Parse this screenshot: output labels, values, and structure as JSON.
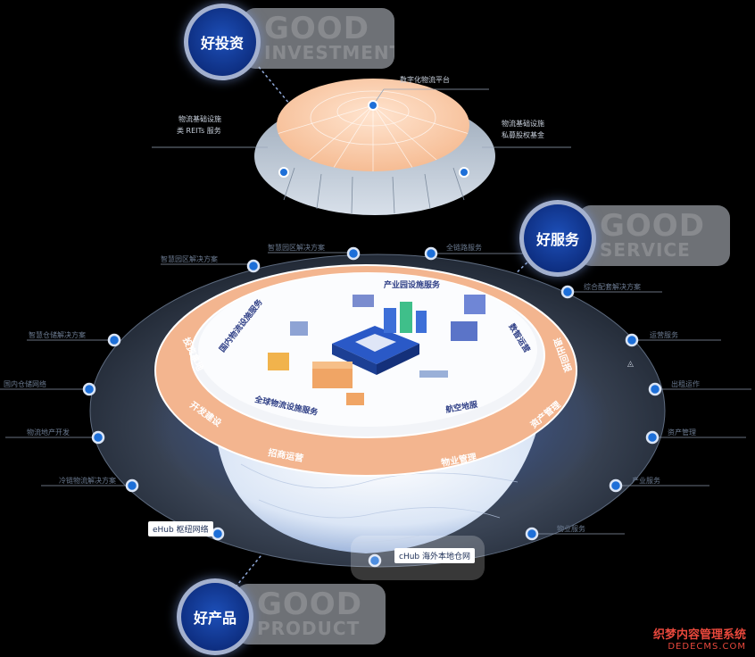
{
  "badges": {
    "investment": {
      "label": "好投资",
      "ghost1": "GOOD",
      "ghost2": "INVESTMENT"
    },
    "service": {
      "label": "好服务",
      "ghost1": "GOOD",
      "ghost2": "SERVICE"
    },
    "product": {
      "label": "好产品",
      "ghost1": "GOOD",
      "ghost2": "PRODUCT"
    }
  },
  "dome_labels": {
    "top": "数字化物流平台",
    "left_1": "物流基础设施",
    "left_2": "类 REITs 服务",
    "right_1": "物流基础设施",
    "right_2": "私募股权基金"
  },
  "outer_labels": {
    "top_center": "智慧园区解决方案",
    "top_left": "智慧园区解决方案",
    "top_right": "全链路服务",
    "right_1": "综合配套解决方案",
    "left_1": "智慧仓储解决方案",
    "right_2": "运营服务",
    "left_2": "国内仓储网络",
    "right_3": "出租运作",
    "left_3": "物流地产开发",
    "right_4": "资产管理",
    "left_4": "冷链物流解决方案",
    "right_5": "产业服务",
    "right_6": "物业服务"
  },
  "callouts": {
    "ehub": "eHub 枢纽网络",
    "chub": "cHub 海外本地仓网"
  },
  "ring_labels": {
    "r1": "投资拿地",
    "r2": "开发建设",
    "r3": "招商运营",
    "r4": "物业管理",
    "r5": "资产管理",
    "r6": "退出回报"
  },
  "card_labels": {
    "industrial": "产业园设施服务",
    "domestic": "国内物流设施服务",
    "digital": "数智运营",
    "global": "全球物流设施服务",
    "aviation": "航空地服"
  },
  "watermark": {
    "line1": "织梦内容管理系统",
    "line2": "DEDECMS.COM"
  },
  "colors": {
    "badge_blue": "#0e2f82",
    "peach": "#f3b58f",
    "dot_blue": "#1d6fd8",
    "outer_ring": "#2c3545"
  }
}
